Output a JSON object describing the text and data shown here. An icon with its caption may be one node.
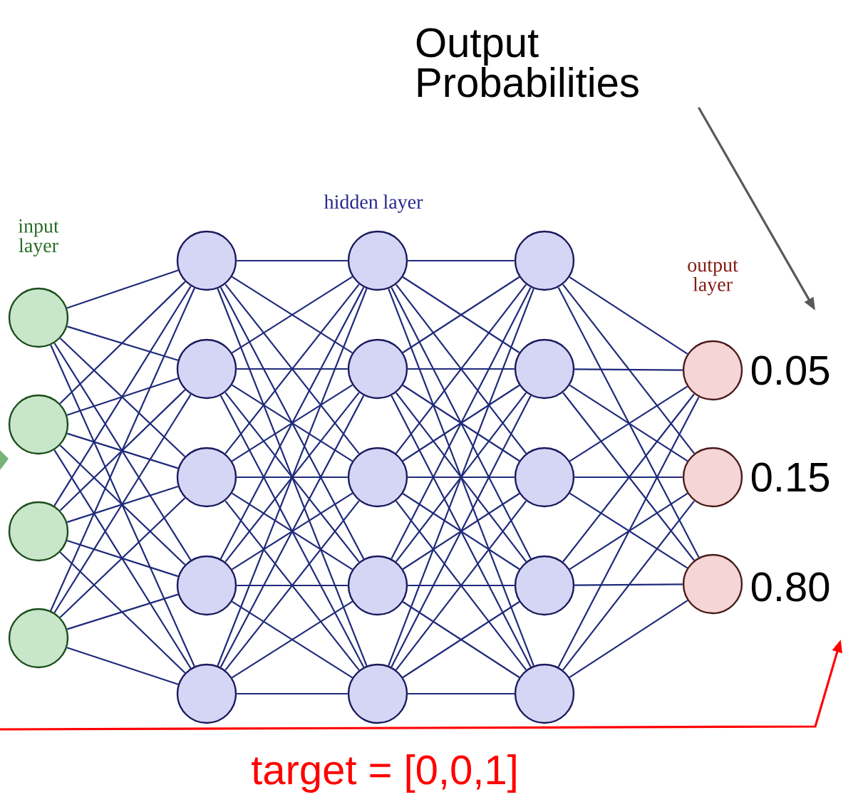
{
  "diagram": {
    "nodes": [
      {
        "text": [],
        "shape": "circle"
      },
      {
        "text": [],
        "shape": "circle"
      },
      {
        "text": [],
        "shape": "circle"
      },
      {
        "text": [],
        "shape": "circle"
      },
      {
        "text": [],
        "shape": "circle"
      },
      {
        "text": [],
        "shape": "circle"
      },
      {
        "text": [],
        "shape": "circle"
      },
      {
        "text": [],
        "shape": "circle"
      },
      {
        "text": [],
        "shape": "circle"
      },
      {
        "text": [],
        "shape": "circle"
      },
      {
        "text": [],
        "shape": "circle"
      },
      {
        "text": [],
        "shape": "circle"
      },
      {
        "text": [],
        "shape": "circle"
      },
      {
        "text": [],
        "shape": "circle"
      },
      {
        "text": [],
        "shape": "circle"
      },
      {
        "text": [],
        "shape": "circle"
      },
      {
        "text": [],
        "shape": "circle"
      },
      {
        "text": [],
        "shape": "circle"
      },
      {
        "text": [],
        "shape": "circle"
      },
      {
        "text": [],
        "shape": "circle",
        "beside": [
          "0.05"
        ]
      },
      {
        "text": [],
        "shape": "circle",
        "beside": [
          "0.15"
        ]
      },
      {
        "text": [],
        "shape": "circle",
        "beside": [
          "0.80"
        ]
      },
      {
        "text": [
          "Output Probabilities"
        ]
      }
    ],
    "edges": [
      {
        "from": 0,
        "to": 4,
        "arrow": "none"
      },
      {
        "from": 0,
        "to": 5,
        "arrow": "none"
      },
      {
        "from": 0,
        "to": 6,
        "arrow": "none"
      },
      {
        "from": 0,
        "to": 7,
        "arrow": "none"
      },
      {
        "from": 0,
        "to": 8,
        "arrow": "none"
      },
      {
        "from": 1,
        "to": 4,
        "arrow": "none"
      },
      {
        "from": 1,
        "to": 5,
        "arrow": "none"
      },
      {
        "from": 1,
        "to": 6,
        "arrow": "none"
      },
      {
        "from": 1,
        "to": 7,
        "arrow": "none"
      },
      {
        "from": 1,
        "to": 8,
        "arrow": "none"
      },
      {
        "from": 2,
        "to": 4,
        "arrow": "none"
      },
      {
        "from": 2,
        "to": 5,
        "arrow": "none"
      },
      {
        "from": 2,
        "to": 6,
        "arrow": "none"
      },
      {
        "from": 2,
        "to": 7,
        "arrow": "none"
      },
      {
        "from": 2,
        "to": 8,
        "arrow": "none"
      },
      {
        "from": 3,
        "to": 4,
        "arrow": "none"
      },
      {
        "from": 3,
        "to": 5,
        "arrow": "none"
      },
      {
        "from": 3,
        "to": 6,
        "arrow": "none"
      },
      {
        "from": 3,
        "to": 7,
        "arrow": "none"
      },
      {
        "from": 3,
        "to": 8,
        "arrow": "none"
      },
      {
        "from": 4,
        "to": 9,
        "arrow": "none"
      },
      {
        "from": 4,
        "to": 10,
        "arrow": "none"
      },
      {
        "from": 4,
        "to": 11,
        "arrow": "none"
      },
      {
        "from": 4,
        "to": 12,
        "arrow": "none"
      },
      {
        "from": 4,
        "to": 13,
        "arrow": "none"
      },
      {
        "from": 5,
        "to": 9,
        "arrow": "none"
      },
      {
        "from": 5,
        "to": 10,
        "arrow": "none"
      },
      {
        "from": 5,
        "to": 11,
        "arrow": "none"
      },
      {
        "from": 5,
        "to": 12,
        "arrow": "none"
      },
      {
        "from": 5,
        "to": 13,
        "arrow": "none"
      },
      {
        "from": 6,
        "to": 9,
        "arrow": "none"
      },
      {
        "from": 6,
        "to": 10,
        "arrow": "none"
      },
      {
        "from": 6,
        "to": 11,
        "arrow": "none"
      },
      {
        "from": 6,
        "to": 12,
        "arrow": "none"
      },
      {
        "from": 6,
        "to": 13,
        "arrow": "none"
      },
      {
        "from": 7,
        "to": 9,
        "arrow": "none"
      },
      {
        "from": 7,
        "to": 10,
        "arrow": "none"
      },
      {
        "from": 7,
        "to": 11,
        "arrow": "none"
      },
      {
        "from": 7,
        "to": 12,
        "arrow": "none"
      },
      {
        "from": 7,
        "to": 13,
        "arrow": "none"
      },
      {
        "from": 8,
        "to": 9,
        "arrow": "none"
      },
      {
        "from": 8,
        "to": 10,
        "arrow": "none"
      },
      {
        "from": 8,
        "to": 11,
        "arrow": "none"
      },
      {
        "from": 8,
        "to": 12,
        "arrow": "none"
      },
      {
        "from": 8,
        "to": 13,
        "arrow": "none"
      },
      {
        "from": 9,
        "to": 14,
        "arrow": "none"
      },
      {
        "from": 9,
        "to": 15,
        "arrow": "none"
      },
      {
        "from": 9,
        "to": 16,
        "arrow": "none"
      },
      {
        "from": 9,
        "to": 17,
        "arrow": "none"
      },
      {
        "from": 9,
        "to": 18,
        "arrow": "none"
      },
      {
        "from": 10,
        "to": 14,
        "arrow": "none"
      },
      {
        "from": 10,
        "to": 15,
        "arrow": "none"
      },
      {
        "from": 10,
        "to": 16,
        "arrow": "none"
      },
      {
        "from": 10,
        "to": 17,
        "arrow": "none"
      },
      {
        "from": 10,
        "to": 18,
        "arrow": "none"
      },
      {
        "from": 11,
        "to": 14,
        "arrow": "none"
      },
      {
        "from": 11,
        "to": 15,
        "arrow": "none"
      },
      {
        "from": 11,
        "to": 16,
        "arrow": "none"
      },
      {
        "from": 11,
        "to": 17,
        "arrow": "none"
      },
      {
        "from": 11,
        "to": 18,
        "arrow": "none"
      },
      {
        "from": 12,
        "to": 14,
        "arrow": "none"
      },
      {
        "from": 12,
        "to": 15,
        "arrow": "none"
      },
      {
        "from": 12,
        "to": 16,
        "arrow": "none"
      },
      {
        "from": 12,
        "to": 17,
        "arrow": "none"
      },
      {
        "from": 12,
        "to": 18,
        "arrow": "none"
      },
      {
        "from": 13,
        "to": 14,
        "arrow": "none"
      },
      {
        "from": 13,
        "to": 15,
        "arrow": "none"
      },
      {
        "from": 13,
        "to": 16,
        "arrow": "none"
      },
      {
        "from": 13,
        "to": 17,
        "arrow": "none"
      },
      {
        "from": 13,
        "to": 18,
        "arrow": "none"
      },
      {
        "from": 14,
        "to": 19,
        "arrow": "none"
      },
      {
        "from": 14,
        "to": 20,
        "arrow": "none"
      },
      {
        "from": 14,
        "to": 21,
        "arrow": "none"
      },
      {
        "from": 15,
        "to": 19,
        "arrow": "none"
      },
      {
        "from": 15,
        "to": 20,
        "arrow": "none"
      },
      {
        "from": 15,
        "to": 21,
        "arrow": "none"
      },
      {
        "from": 16,
        "to": 19,
        "arrow": "none"
      },
      {
        "from": 16,
        "to": 20,
        "arrow": "none"
      },
      {
        "from": 16,
        "to": 21,
        "arrow": "none"
      },
      {
        "from": 17,
        "to": 19,
        "arrow": "none"
      },
      {
        "from": 17,
        "to": 20,
        "arrow": "none"
      },
      {
        "from": 17,
        "to": 21,
        "arrow": "none"
      },
      {
        "from": 18,
        "to": 19,
        "arrow": "none"
      },
      {
        "from": 18,
        "to": 20,
        "arrow": "none"
      },
      {
        "from": 18,
        "to": 21,
        "arrow": "none"
      },
      {
        "from": 22,
        "to": null,
        "arrow": "to",
        "color": "#595959"
      },
      {
        "from": null,
        "to": 21,
        "arrow": "to",
        "label": "target = [0,0,1]",
        "color": "#ff0000"
      }
    ],
    "labels": [
      "input layer",
      "hidden layer",
      "output layer"
    ]
  }
}
